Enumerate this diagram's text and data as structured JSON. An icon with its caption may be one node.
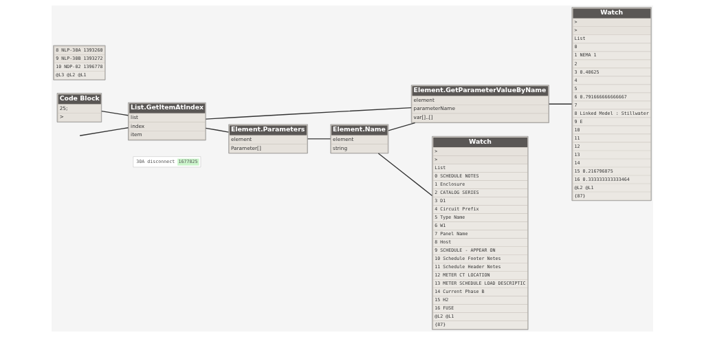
{
  "diagram": {
    "nodes": [
      {
        "text": [
          "List.GetItemAtIndex",
          "list",
          "index",
          "item"
        ]
      },
      {
        "text": [
          "30A disconnect",
          "1677825"
        ]
      },
      {
        "text": [
          "Code Block",
          "25;",
          ">"
        ]
      },
      {
        "text": [
          "Element.GetParameterValueByName",
          "element",
          "parameterName",
          "var[]..[]"
        ]
      },
      {
        "text": [
          "8 NLP-30A 1393260",
          "9 NLP-30B 1393272",
          "10 NDP-02 1396778",
          "@L3 @L2 @L1"
        ]
      },
      {
        "text": [
          "Watch",
          ">",
          ">",
          "List",
          "0",
          "1 NEMA 1",
          "2",
          "3 0.40625",
          "4",
          "5",
          "6 0.791666666666667",
          "7",
          "8 Linked Model : Stillwater",
          "9 E",
          "10",
          "11",
          "12",
          "13",
          "14",
          "15 0.216796875",
          "16 0.333333333333464",
          "@L2 @L1",
          "{87}"
        ]
      },
      {
        "text": [
          "Element.Parameters",
          "element",
          "Parameter[]"
        ]
      },
      {
        "text": [
          "Element.Name",
          "element",
          "string"
        ]
      },
      {
        "text": [
          "Watch",
          ">",
          ">",
          "List",
          "0 SCHEDULE NOTES",
          "1 Enclosure",
          "2 CATALOG SERIES",
          "3 D1",
          "4 Circuit Prefix",
          "5 Type Name",
          "6 W1",
          "7 Panel Name",
          "8 Host",
          "9 SCHEDULE - APPEAR ON",
          "10 Schedule Footer Notes",
          "11 Schedule Header Notes",
          "12 METER CT LOCATION",
          "13 METER SCHEDULE LOAD DESCRIPTIC",
          "14 Current Phase B",
          "15 H2",
          "16 FUSE",
          "@L2 @L1",
          "{87}"
        ]
      }
    ],
    "edges": [
      {
        "from": null,
        "to": 0,
        "arrow": "none"
      },
      {
        "from": 2,
        "to": 0,
        "arrow": "none"
      },
      {
        "from": 0,
        "to": 3,
        "arrow": "none"
      },
      {
        "from": 0,
        "to": 6,
        "arrow": "none"
      },
      {
        "from": 6,
        "to": 7,
        "arrow": "none"
      },
      {
        "from": 7,
        "to": 3,
        "arrow": "none"
      },
      {
        "from": 7,
        "to": 8,
        "arrow": "none"
      },
      {
        "from": 3,
        "to": 5,
        "arrow": "none"
      }
    ]
  }
}
